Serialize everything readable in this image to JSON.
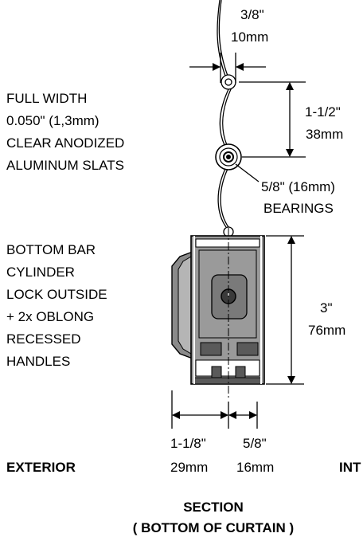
{
  "dims": {
    "top_width": [
      "3/8\"",
      "10mm"
    ],
    "pitch": [
      "1-1/2\"",
      "38mm"
    ],
    "bar_height": [
      "3\"",
      "76mm"
    ],
    "ext_width": [
      "1-1/8\"",
      "29mm"
    ],
    "int_width": [
      "5/8\"",
      "16mm"
    ]
  },
  "labels": {
    "slats": [
      "FULL WIDTH",
      "0.050\" (1,3mm)",
      "CLEAR ANODIZED",
      "ALUMINUM SLATS"
    ],
    "bearings": [
      "5/8\" (16mm)",
      "BEARINGS"
    ],
    "bottom_bar": [
      "BOTTOM BAR",
      "CYLINDER",
      "LOCK OUTSIDE",
      "+ 2x OBLONG",
      "RECESSED",
      "HANDLES"
    ],
    "exterior": "EXTERIOR",
    "interior": "INT",
    "section_title": "SECTION",
    "section_subtitle": "( BOTTOM OF CURTAIN )"
  },
  "colors": {
    "line": "#000000",
    "bar_gray": "#9a9a9a",
    "bar_dark": "#5a5a5a",
    "lock_dark": "#3a3a3a"
  }
}
